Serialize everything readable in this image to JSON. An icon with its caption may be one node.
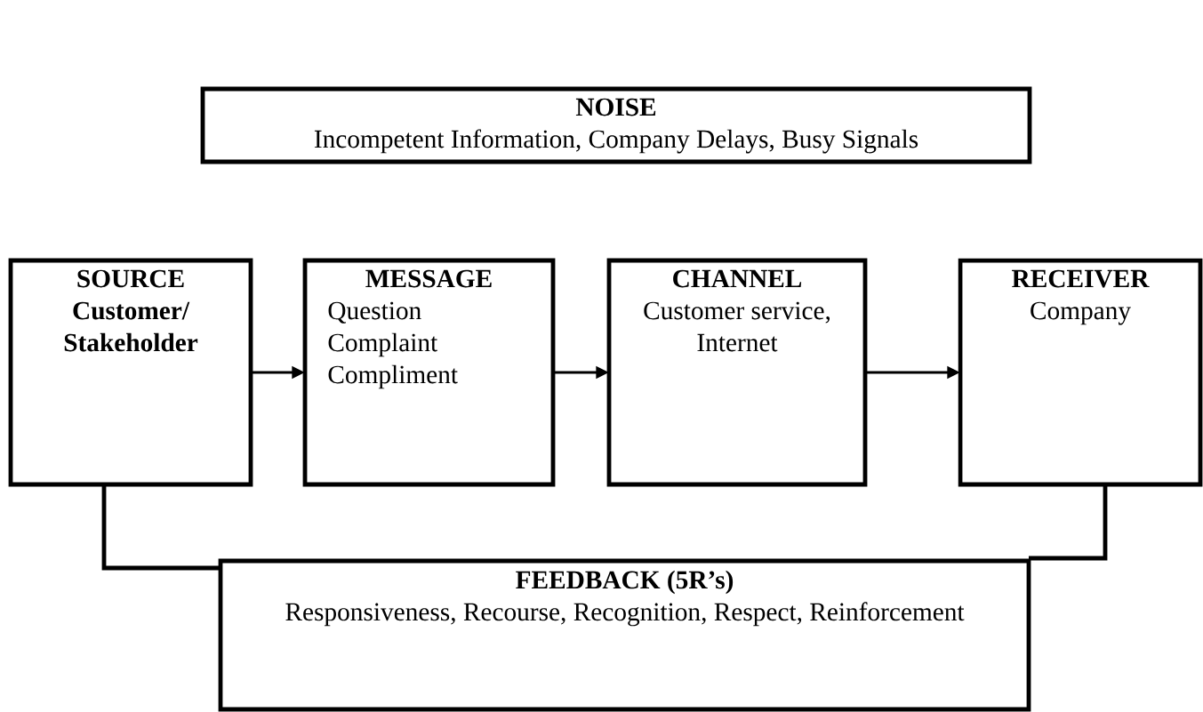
{
  "diagram": {
    "nodes": [
      {
        "text": [
          "NOISE",
          "Incompetent Information, Company Delays, Busy Signals"
        ]
      },
      {
        "text": [
          "SOURCE",
          "Customer/ Stakeholder"
        ]
      },
      {
        "text": [
          "MESSAGE",
          "Question",
          "Complaint",
          "Compliment"
        ]
      },
      {
        "text": [
          "CHANNEL",
          "Customer service, Internet"
        ]
      },
      {
        "text": [
          "RECEIVER",
          "Company"
        ]
      },
      {
        "text": [
          "FEEDBACK (5R’s)",
          "Responsiveness, Recourse, Recognition, Respect, Reinforcement"
        ]
      }
    ],
    "edges": [
      {
        "from": 1,
        "to": 2,
        "arrow": "to"
      },
      {
        "from": 2,
        "to": 3,
        "arrow": "to"
      },
      {
        "from": 3,
        "to": 4,
        "arrow": "to"
      },
      {
        "from": 1,
        "to": 5,
        "arrow": "none"
      },
      {
        "from": 4,
        "to": 5,
        "arrow": "none"
      }
    ]
  }
}
